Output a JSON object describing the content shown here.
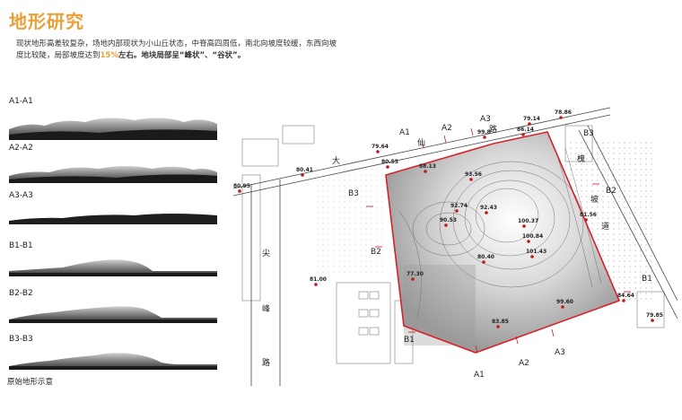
{
  "title": "地形研究",
  "description": {
    "line1": "现状地形高差较复杂，场地内部现状为小山丘状态，中脊高四周低，南北向坡度较缓，东西向坡",
    "line2_pre": "度比较陡，局部坡度达到",
    "highlight": "15%",
    "line2_post": "左右。地块局部呈“峰状”、“谷状”。"
  },
  "sections": [
    {
      "label": "A1-A1"
    },
    {
      "label": "A2-A2"
    },
    {
      "label": "A3-A3"
    },
    {
      "label": "B1-B1"
    },
    {
      "label": "B2-B2"
    },
    {
      "label": "B3-B3"
    }
  ],
  "caption": "原始地形示意",
  "map": {
    "road_chars": [
      "大",
      "仙",
      "路",
      "槐",
      "坡",
      "道",
      "尖",
      "峰",
      "路"
    ],
    "section_marks": [
      "A1",
      "A2",
      "A3",
      "B3",
      "B2",
      "B1",
      "B3",
      "B2",
      "B1",
      "A1",
      "A2",
      "A3"
    ],
    "elevations": [
      "78.86",
      "79.14",
      "99.8",
      "86.14",
      "79.64",
      "80.55",
      "80.41",
      "80.95",
      "88.13",
      "93.56",
      "92.74",
      "92.43",
      "90.53",
      "100.37",
      "100.84",
      "101.43",
      "81.56",
      "80.40",
      "81.00",
      "77.30",
      "84.64",
      "99.60",
      "83.85",
      "79.85"
    ],
    "colors": {
      "boundary": "#d8212a",
      "marker": "#c4161c",
      "accent": "#e8a13a"
    }
  }
}
